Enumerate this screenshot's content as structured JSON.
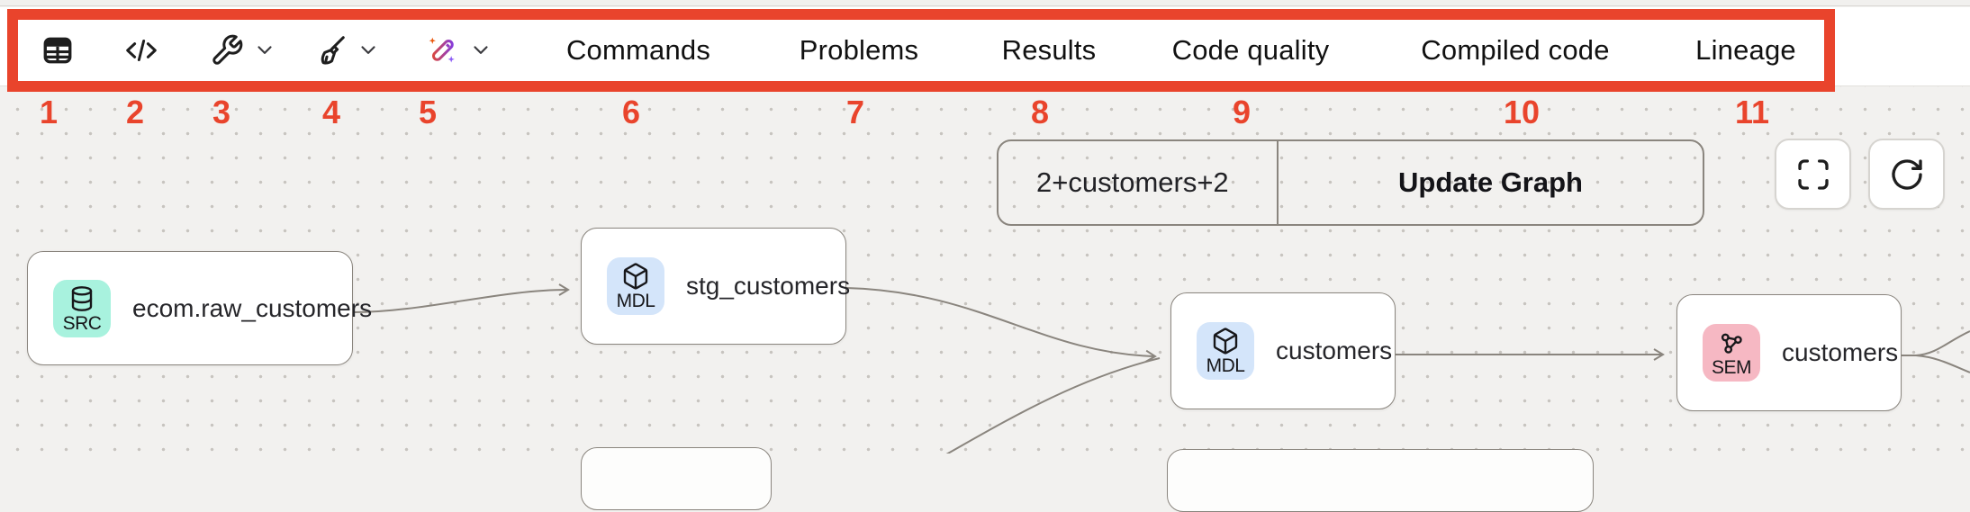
{
  "annotation": {
    "color": "#e9442c",
    "numbers": [
      "1",
      "2",
      "3",
      "4",
      "5",
      "6",
      "7",
      "8",
      "9",
      "10",
      "11"
    ]
  },
  "toolbar": {
    "icons": [
      {
        "name": "table-icon"
      },
      {
        "name": "code-icon"
      },
      {
        "name": "wrench-icon",
        "has_dropdown": true
      },
      {
        "name": "broom-icon",
        "has_dropdown": true
      },
      {
        "name": "magic-wand-icon",
        "has_dropdown": true
      }
    ],
    "tabs": [
      {
        "label": "Commands"
      },
      {
        "label": "Problems"
      },
      {
        "label": "Results"
      },
      {
        "label": "Code quality"
      },
      {
        "label": "Compiled code"
      },
      {
        "label": "Lineage"
      }
    ]
  },
  "graph_controls": {
    "filter_value": "2+customers+2",
    "update_button_label": "Update Graph",
    "fullscreen_icon": "fullscreen-icon",
    "refresh_icon": "refresh-icon"
  },
  "canvas": {
    "nodes": [
      {
        "badge": "SRC",
        "badge_color": "#a8f2de",
        "icon": "database-icon",
        "label": "ecom.raw_customers"
      },
      {
        "badge": "MDL",
        "badge_color": "#d4e5fa",
        "icon": "cube-icon",
        "label": "stg_customers"
      },
      {
        "badge": "MDL",
        "badge_color": "#d4e5fa",
        "icon": "cube-icon",
        "label": "customers"
      },
      {
        "badge": "SEM",
        "badge_color": "#f6b8c3",
        "icon": "semantic-graph-icon",
        "label": "customers"
      }
    ],
    "edge_color": "#8a857e"
  }
}
